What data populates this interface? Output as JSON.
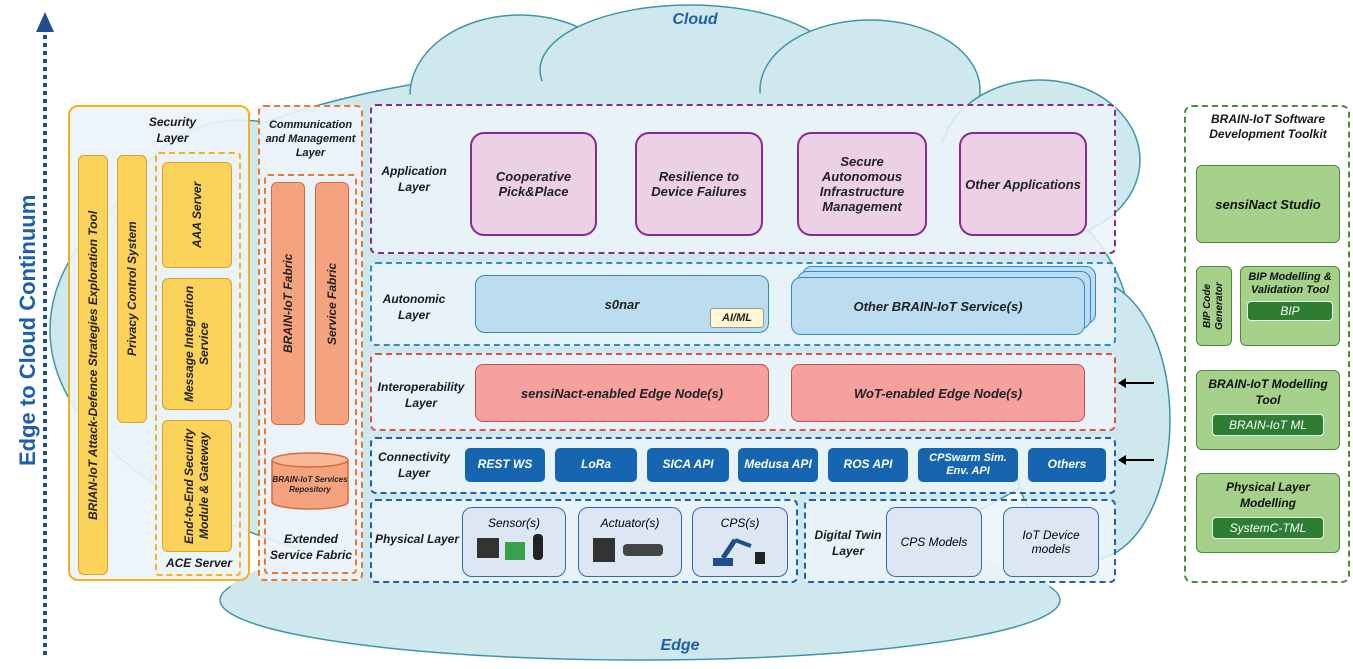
{
  "axis_label": "Edge to Cloud Continuum",
  "cloud_label": "Cloud",
  "edge_label": "Edge",
  "security": {
    "title": "Security Layer",
    "attack_tool": "BRIAN-IoT Attack-Defence Strategies Exploration Tool",
    "privacy": "Privacy Control System",
    "aaa": "AAA Server",
    "message": "Message Integration Service",
    "e2e": "End-to-End Security Module & Gateway",
    "ace": "ACE Server"
  },
  "comm": {
    "title": "Communication and Management Layer",
    "brain_fabric": "BRAIN-IoT Fabric",
    "service_fabric": "Service Fabric",
    "repo": "BRAIN-IoT Services Repository",
    "extended": "Extended Service Fabric"
  },
  "application": {
    "label": "Application Layer",
    "items": [
      "Cooperative Pick&Place",
      "Resilience to Device Failures",
      "Secure Autonomous Infrastructure Management",
      "Other Applications"
    ]
  },
  "autonomic": {
    "label": "Autonomic Layer",
    "s0nar": "s0nar",
    "aiml": "AI/ML",
    "other": "Other BRAIN-IoT Service(s)"
  },
  "interop": {
    "label": "Interoperability Layer",
    "items": [
      "sensiNact-enabled Edge Node(s)",
      "WoT-enabled Edge Node(s)"
    ]
  },
  "connectivity": {
    "label": "Connectivity Layer",
    "items": [
      "REST WS",
      "LoRa",
      "SICA API",
      "Medusa API",
      "ROS API",
      "CPSwarm Sim. Env. API",
      "Others"
    ]
  },
  "physical": {
    "label": "Physical Layer",
    "items": [
      "Sensor(s)",
      "Actuator(s)",
      "CPS(s)"
    ]
  },
  "digital_twin": {
    "label": "Digital Twin Layer",
    "items": [
      "CPS Models",
      "IoT Device models"
    ]
  },
  "toolkit": {
    "title": "BRAIN-IoT Software Development Toolkit",
    "studio": "sensiNact Studio",
    "bip_gen": "BIP Code Generator",
    "bip_model": "BIP Modelling & Validation Tool",
    "bip": "BIP",
    "modelling_tool": "BRAIN-IoT Modelling Tool",
    "brain_ml": "BRAIN-IoT ML",
    "phys_model": "Physical Layer Modelling",
    "systemc": "SystemC-TML"
  }
}
